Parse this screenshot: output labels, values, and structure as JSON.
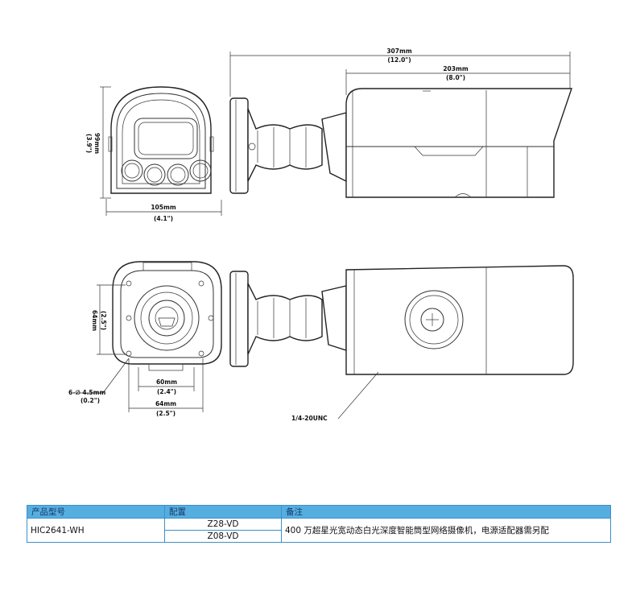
{
  "dimensions": {
    "total_length": "307mm",
    "total_length_in": "(12.0\")",
    "body_length": "203mm",
    "body_length_in": "(8.0\")",
    "front_height": "99mm",
    "front_height_in": "(3.9\")",
    "front_width": "105mm",
    "front_width_in": "(4.1\")",
    "base_height": "64mm",
    "base_height_in": "(2.5\")",
    "hole_spacing": "60mm",
    "hole_spacing_in": "(2.4\")",
    "base_width": "64mm",
    "base_width_in": "(2.5\")",
    "holes": "6-∅ 4.5mm",
    "holes_in": "(0.2\")",
    "thread": "1/4-20UNC"
  },
  "table": {
    "headers": [
      "产品型号",
      "配置",
      "备注"
    ],
    "model": "HIC2641-WH",
    "configs": [
      "Z28-VD",
      "Z08-VD"
    ],
    "note": "400 万超星光宽动态白光深度智能筒型网络摄像机，电源适配器需另配"
  }
}
